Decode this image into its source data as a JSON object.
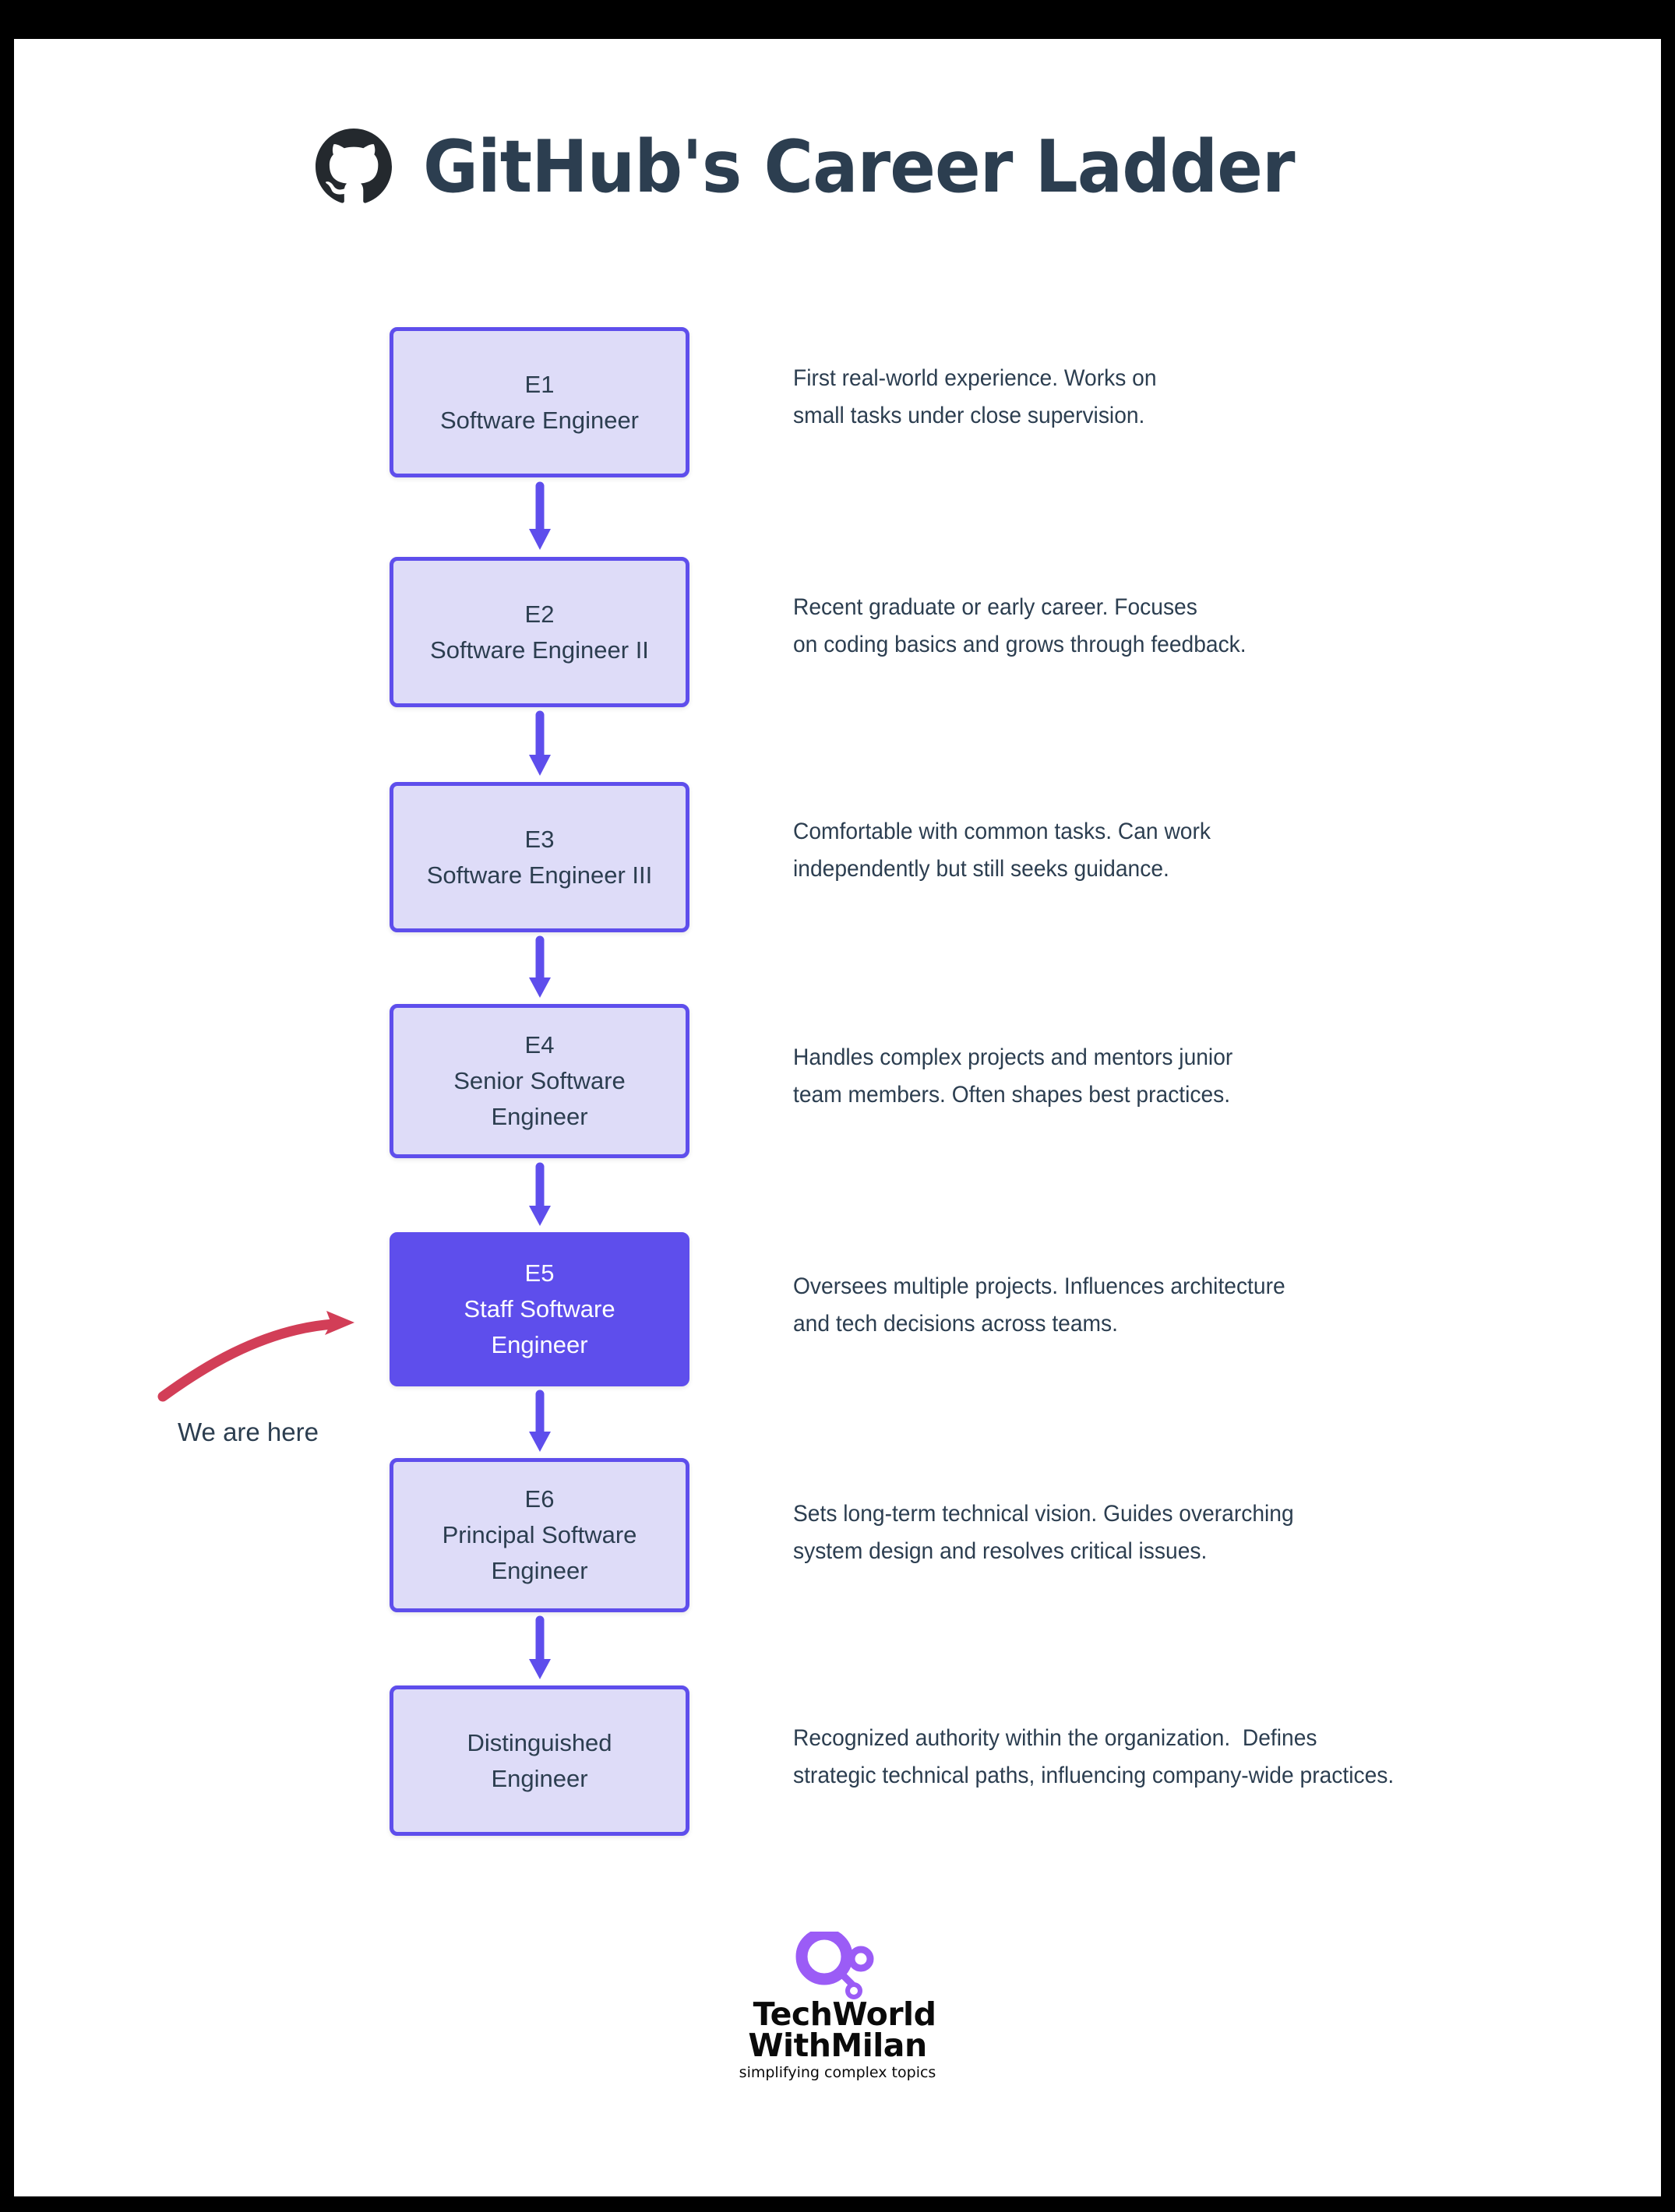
{
  "page": {
    "title": "GitHub's Career Ladder",
    "logo_icon": "github-octocat-icon",
    "background": "#ffffff",
    "frame_color": "#000000"
  },
  "colors": {
    "box_fill": "#DEDCF8",
    "box_border": "#5E4EEC",
    "box_text": "#2C3E50",
    "current_fill": "#5E4EEC",
    "current_text": "#FFFFFF",
    "arrow": "#5E4EEC",
    "annotation_arrow": "#D23E57",
    "title_text": "#2C3E50",
    "brand_accent": "#9B5CF6"
  },
  "annotation": {
    "label": "We are here",
    "arrow_icon": "curved-red-arrow-icon",
    "points_to": "E5"
  },
  "levels": [
    {
      "id": "e1",
      "code": "E1",
      "role": "Software Engineer",
      "current": false,
      "title_lines": [
        "E1",
        "Software Engineer"
      ],
      "description_lines": [
        "First real-world experience. Works on",
        "small tasks under close supervision."
      ]
    },
    {
      "id": "e2",
      "code": "E2",
      "role": "Software Engineer II",
      "current": false,
      "title_lines": [
        "E2",
        "Software Engineer II"
      ],
      "description_lines": [
        "Recent graduate or early career. Focuses",
        "on coding basics and grows through feedback."
      ]
    },
    {
      "id": "e3",
      "code": "E3",
      "role": "Software Engineer III",
      "current": false,
      "title_lines": [
        "E3",
        "Software Engineer III"
      ],
      "description_lines": [
        "Comfortable with common tasks. Can work",
        "independently but still seeks guidance."
      ]
    },
    {
      "id": "e4",
      "code": "E4",
      "role": "Senior Software Engineer",
      "current": false,
      "title_lines": [
        "E4",
        "Senior Software",
        "Engineer"
      ],
      "description_lines": [
        "Handles complex projects and mentors junior",
        "team members. Often shapes best practices."
      ]
    },
    {
      "id": "e5",
      "code": "E5",
      "role": "Staff Software Engineer",
      "current": true,
      "title_lines": [
        "E5",
        "Staff Software",
        "Engineer"
      ],
      "description_lines": [
        "Oversees multiple projects. Influences architecture",
        "and tech decisions across teams."
      ]
    },
    {
      "id": "e6",
      "code": "E6",
      "role": "Principal Software Engineer",
      "current": false,
      "title_lines": [
        "E6",
        "Principal Software",
        "Engineer"
      ],
      "description_lines": [
        "Sets long-term technical vision. Guides overarching",
        "system design and resolves critical issues."
      ]
    },
    {
      "id": "distinguished",
      "code": "",
      "role": "Distinguished Engineer",
      "current": false,
      "title_lines": [
        "Distinguished",
        "Engineer"
      ],
      "description_lines": [
        "Recognized authority within the organization.  Defines",
        "strategic technical paths, influencing company-wide practices."
      ]
    }
  ],
  "footer": {
    "mark_icon": "techworld-node-graph-icon",
    "brand_line1": "TechWorld",
    "brand_line2": "WithMilan",
    "tagline": "simplifying complex topics"
  }
}
